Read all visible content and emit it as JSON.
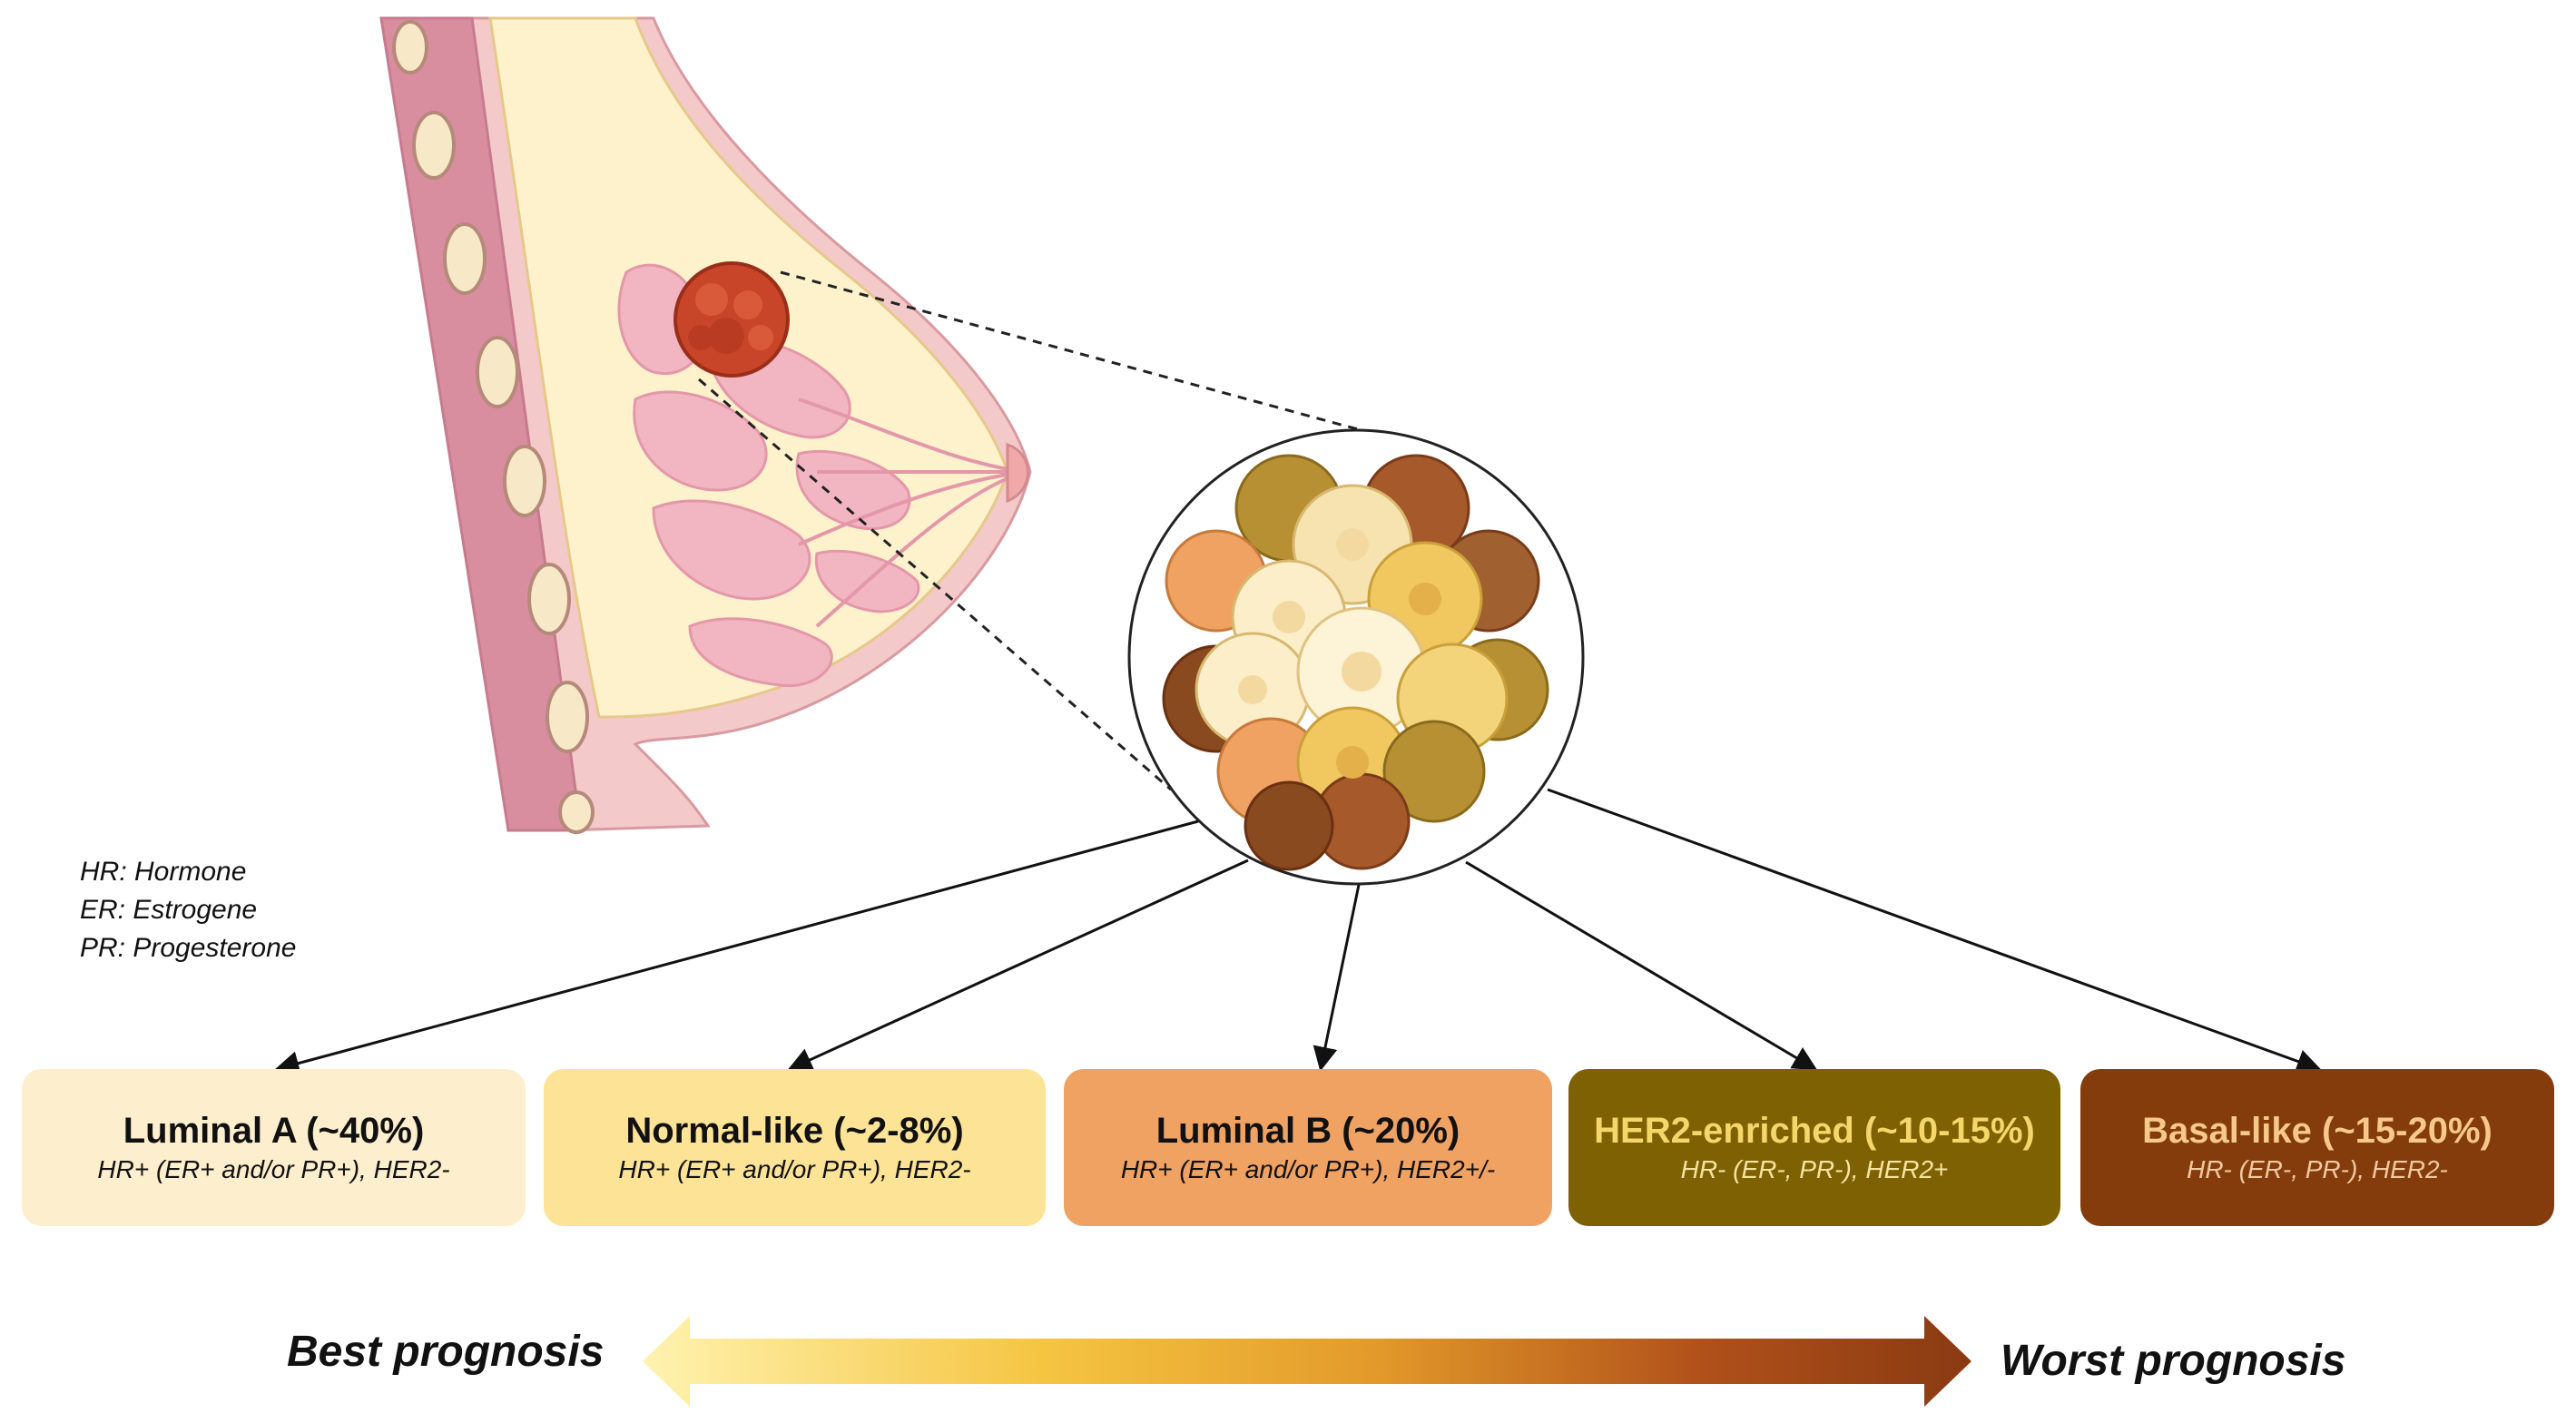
{
  "legend": [
    {
      "text": "HR: Hormone"
    },
    {
      "text": "ER: Estrogene"
    },
    {
      "text": "PR: Progesterone"
    }
  ],
  "subtypes": [
    {
      "title": "Luminal A (~40%)",
      "receptors": "HR+ (ER+ and/or PR+), HER2-",
      "fill": "#fdefcd",
      "text_color": "#111111",
      "sub_color": "#111111"
    },
    {
      "title": "Normal-like (~2-8%)",
      "receptors": "HR+ (ER+ and/or PR+), HER2-",
      "fill": "#fde396",
      "text_color": "#111111",
      "sub_color": "#111111"
    },
    {
      "title": "Luminal B (~20%)",
      "receptors": "HR+ (ER+ and/or PR+), HER2+/-",
      "fill": "#f0a262",
      "text_color": "#111111",
      "sub_color": "#111111"
    },
    {
      "title": "HER2-enriched (~10-15%)",
      "receptors": "HR- (ER-, PR-), HER2+",
      "fill": "#7e6102",
      "text_color": "#f5d66a",
      "sub_color": "#f7e3a0"
    },
    {
      "title": "Basal-like (~15-20%)",
      "receptors": "HR- (ER-, PR-), HER2-",
      "fill": "#843c0d",
      "text_color": "#f6c88a",
      "sub_color": "#f2c9a0"
    }
  ],
  "prognosis": {
    "best_label": "Best prognosis",
    "worst_label": "Worst prognosis",
    "gradient": [
      "#fff3b0",
      "#f5c542",
      "#e39a2a",
      "#b0501a",
      "#8a3a12"
    ]
  },
  "colors": {
    "skin": "#e9b2b7",
    "fat": "#fdf2cc",
    "lobules": "#f2b6c3",
    "tumor": "#c8452a",
    "muscle": "#d99aa8"
  }
}
